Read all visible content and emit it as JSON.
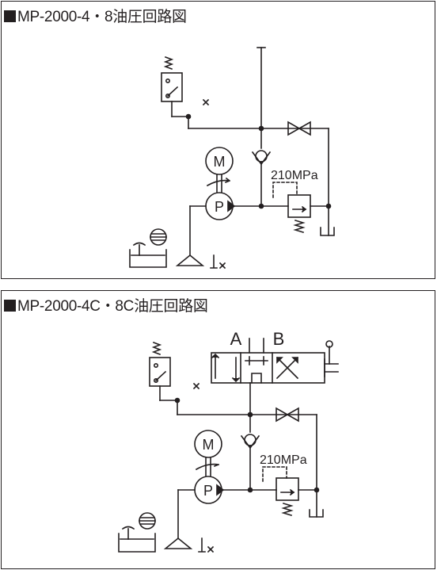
{
  "circuit_top": {
    "title": "MP-2000-4・8油圧回路図",
    "motor_label": "M",
    "pump_label": "P",
    "relief_pressure": "210MPa"
  },
  "circuit_bottom": {
    "title": "MP-2000-4C・8C油圧回路図",
    "motor_label": "M",
    "pump_label": "P",
    "relief_pressure": "210MPa",
    "port_a_label": "A",
    "port_b_label": "B"
  },
  "colors": {
    "line": "#231f20",
    "background": "#ffffff"
  },
  "icons": [
    "pressure-switch-icon",
    "check-valve-icon",
    "stop-valve-icon",
    "relief-valve-icon",
    "motor-icon",
    "pump-icon",
    "oil-tank-icon",
    "oil-level-gauge-icon",
    "filter-icon",
    "directional-valve-icon"
  ]
}
